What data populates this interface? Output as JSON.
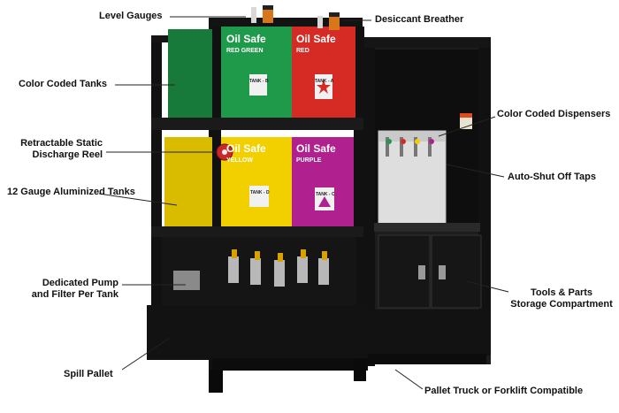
{
  "labels": {
    "level_gauges": "Level Gauges",
    "desiccant_breather": "Desiccant Breather",
    "color_coded_tanks": "Color Coded Tanks",
    "color_coded_dispensers": "Color Coded Dispensers",
    "retractable_reel_line1": "Retractable Static",
    "retractable_reel_line2": "Discharge Reel",
    "auto_shut_off_taps": "Auto-Shut Off Taps",
    "aluminized_tanks": "12 Gauge Aluminized Tanks",
    "pump_filter_line1": "Dedicated Pump",
    "pump_filter_line2": "and Filter Per Tank",
    "tools_parts_line1": "Tools & Parts",
    "tools_parts_line2": "Storage Compartment",
    "spill_pallet": "Spill Pallet",
    "pallet_truck": "Pallet Truck or Forklift Compatible"
  },
  "tanks": [
    {
      "brand": "Oil Safe",
      "sub": "RED GREEN",
      "tag": "TANK - B",
      "color": "#1f9a4a"
    },
    {
      "brand": "Oil Safe",
      "sub": "RED",
      "tag": "TANK - A",
      "color": "#d62a24"
    },
    {
      "brand": "Oil Safe",
      "sub": "YELLOW",
      "tag": "TANK - D",
      "color": "#f2d000"
    },
    {
      "brand": "Oil Safe",
      "sub": "PURPLE",
      "tag": "TANK - C",
      "color": "#b0208e"
    }
  ],
  "colors": {
    "frame": "#141414",
    "stainless": "#dedede",
    "leader": "#222222"
  }
}
